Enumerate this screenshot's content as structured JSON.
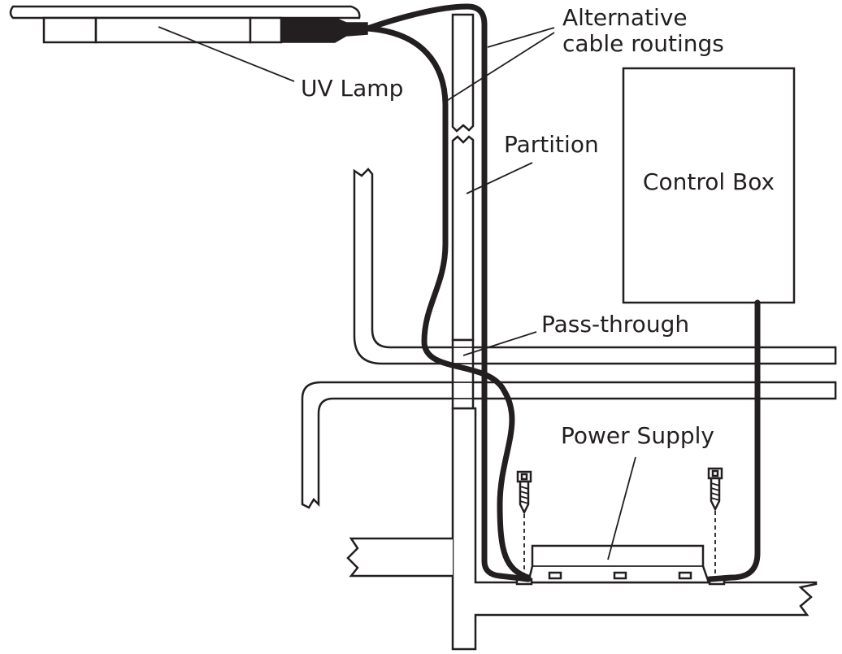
{
  "labels": {
    "alt_routings_line1": "Alternative",
    "alt_routings_line2": "cable routings",
    "uv_lamp": "UV Lamp",
    "partition": "Partition",
    "control_box": "Control Box",
    "pass_through": "Pass-through",
    "power_supply": "Power Supply"
  },
  "colors": {
    "ink": "#231f20",
    "background": "#ffffff"
  }
}
